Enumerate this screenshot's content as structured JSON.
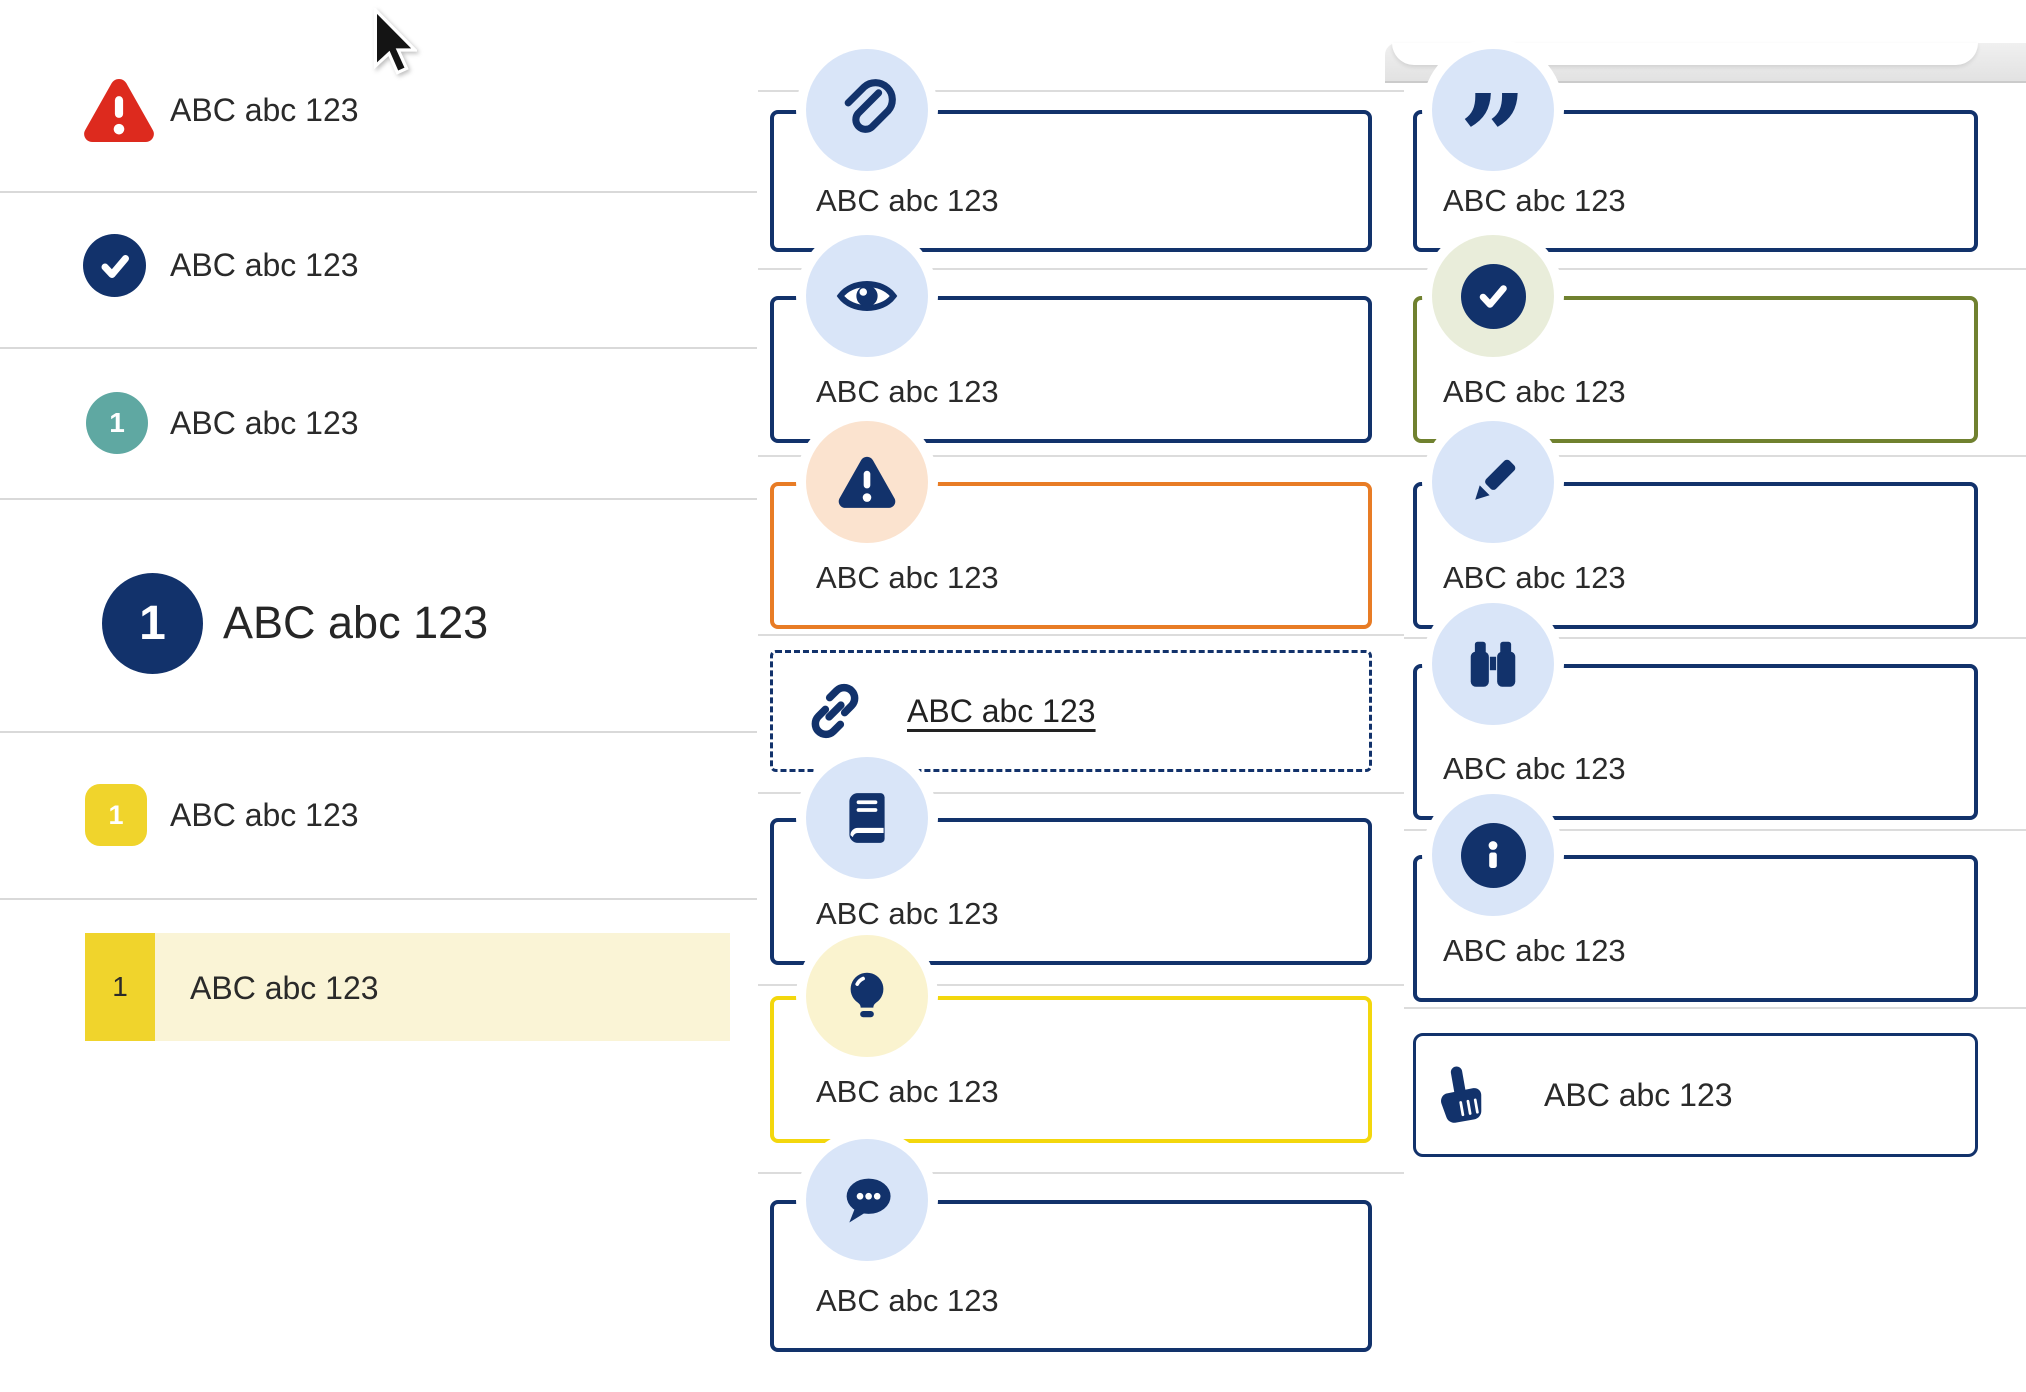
{
  "colors": {
    "navy": "#12326b",
    "red": "#dd2a1e",
    "teal": "#5fa8a2",
    "yellow_square": "#f0d42c",
    "yellow_border": "#f3d70d",
    "orange_border": "#e87c25",
    "green_border": "#70812f",
    "light_blue_badge": "#d9e5f8",
    "peach_badge": "#fbe3cf",
    "pale_yellow_badge": "#faf3cf",
    "sage_badge": "#e9edda",
    "highlight_row_bg": "#faf4d6",
    "text": "#2a2a2a"
  },
  "left_list": {
    "items": [
      {
        "icon": "alert-triangle-icon",
        "label": "ABC abc 123",
        "variant": "error"
      },
      {
        "icon": "check-circle-icon",
        "label": "ABC abc 123",
        "variant": "success"
      },
      {
        "icon": "number-badge",
        "badge": "1",
        "label": "ABC abc 123",
        "variant": "teal"
      },
      {
        "icon": "number-badge",
        "badge": "1",
        "label": "ABC abc 123",
        "variant": "primary-large"
      },
      {
        "icon": "number-badge",
        "badge": "1",
        "label": "ABC abc 123",
        "variant": "yellow"
      },
      {
        "icon": "number-badge",
        "badge": "1",
        "label": "ABC abc 123",
        "variant": "yellow-highlighted"
      }
    ]
  },
  "middle_callouts": {
    "rows": [
      {
        "icon": "paperclip-icon",
        "label": "ABC abc 123",
        "variant": "navy"
      },
      {
        "icon": "eye-icon",
        "label": "ABC abc 123",
        "variant": "navy"
      },
      {
        "icon": "alert-triangle-icon",
        "label": "ABC abc 123",
        "variant": "orange"
      },
      {
        "icon": "link-icon",
        "label": "ABC abc 123",
        "variant": "dashed-link"
      },
      {
        "icon": "book-icon",
        "label": "ABC abc 123",
        "variant": "navy"
      },
      {
        "icon": "lightbulb-icon",
        "label": "ABC abc 123",
        "variant": "yellow"
      },
      {
        "icon": "speech-bubble-icon",
        "label": "ABC abc 123",
        "variant": "navy"
      }
    ]
  },
  "right_callouts": {
    "rows": [
      {
        "icon": "quote-icon",
        "glyph": "”",
        "label": "ABC abc 123",
        "variant": "navy"
      },
      {
        "icon": "check-circle-icon",
        "label": "ABC abc 123",
        "variant": "green"
      },
      {
        "icon": "pencil-icon",
        "label": "ABC abc 123",
        "variant": "navy"
      },
      {
        "icon": "binoculars-icon",
        "label": "ABC abc 123",
        "variant": "navy"
      },
      {
        "icon": "info-icon",
        "label": "ABC abc 123",
        "variant": "navy"
      },
      {
        "icon": "hand-pointer-icon",
        "label": "ABC abc 123",
        "variant": "action"
      }
    ]
  }
}
